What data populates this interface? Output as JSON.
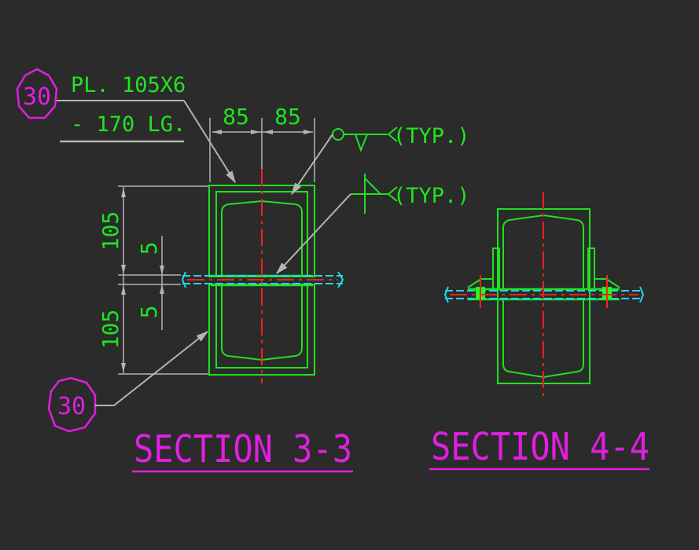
{
  "colors": {
    "background": "#2b2b2b",
    "steel": "#20e020",
    "dimension": "#20e020",
    "leader": "#b4b4b4",
    "centerline": "#ff2020",
    "plate_edge": "#20d8e8",
    "tag": "#e01fe0",
    "weld_fill": "#20ff20"
  },
  "tags": {
    "top": {
      "number": "30"
    },
    "bottom": {
      "number": "30"
    }
  },
  "plate_note": {
    "line1": "PL. 105X6",
    "line2": "- 170 LG."
  },
  "weld_symbols": {
    "fillet_all_round": {
      "text": "(TYP.)"
    },
    "fillet": {
      "text": "(TYP.)"
    }
  },
  "dimensions": {
    "width_left": "85",
    "width_right": "85",
    "height_top": "105",
    "gap_top": "5",
    "gap_bottom": "5",
    "height_bottom": "105"
  },
  "sections": {
    "s33": {
      "title": "SECTION 3-3"
    },
    "s44": {
      "title": "SECTION 4-4"
    }
  }
}
